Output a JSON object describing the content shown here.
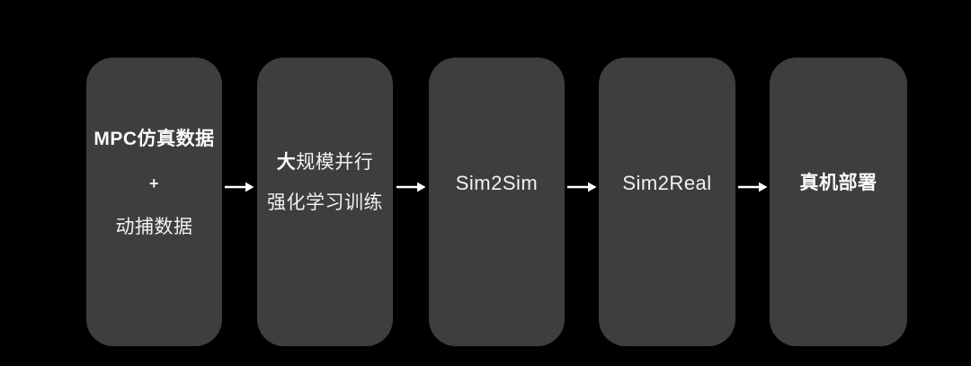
{
  "diagram": {
    "title": "training-deployment-pipeline",
    "steps": [
      {
        "line1": "MPC仿真数据",
        "line2": "+",
        "line3": "动捕数据"
      },
      {
        "line1_lead": "大",
        "line1_rest": "规模并行",
        "line2": "强化学习训练"
      },
      {
        "label": "Sim2Sim"
      },
      {
        "label": "Sim2Real"
      },
      {
        "label": "真机部署"
      }
    ],
    "connector_icon": "arrow-right-icon"
  },
  "colors": {
    "background": "#000000",
    "box_fill": "#3e3e3e",
    "text": "#f2f2f2",
    "arrow": "#ffffff"
  }
}
